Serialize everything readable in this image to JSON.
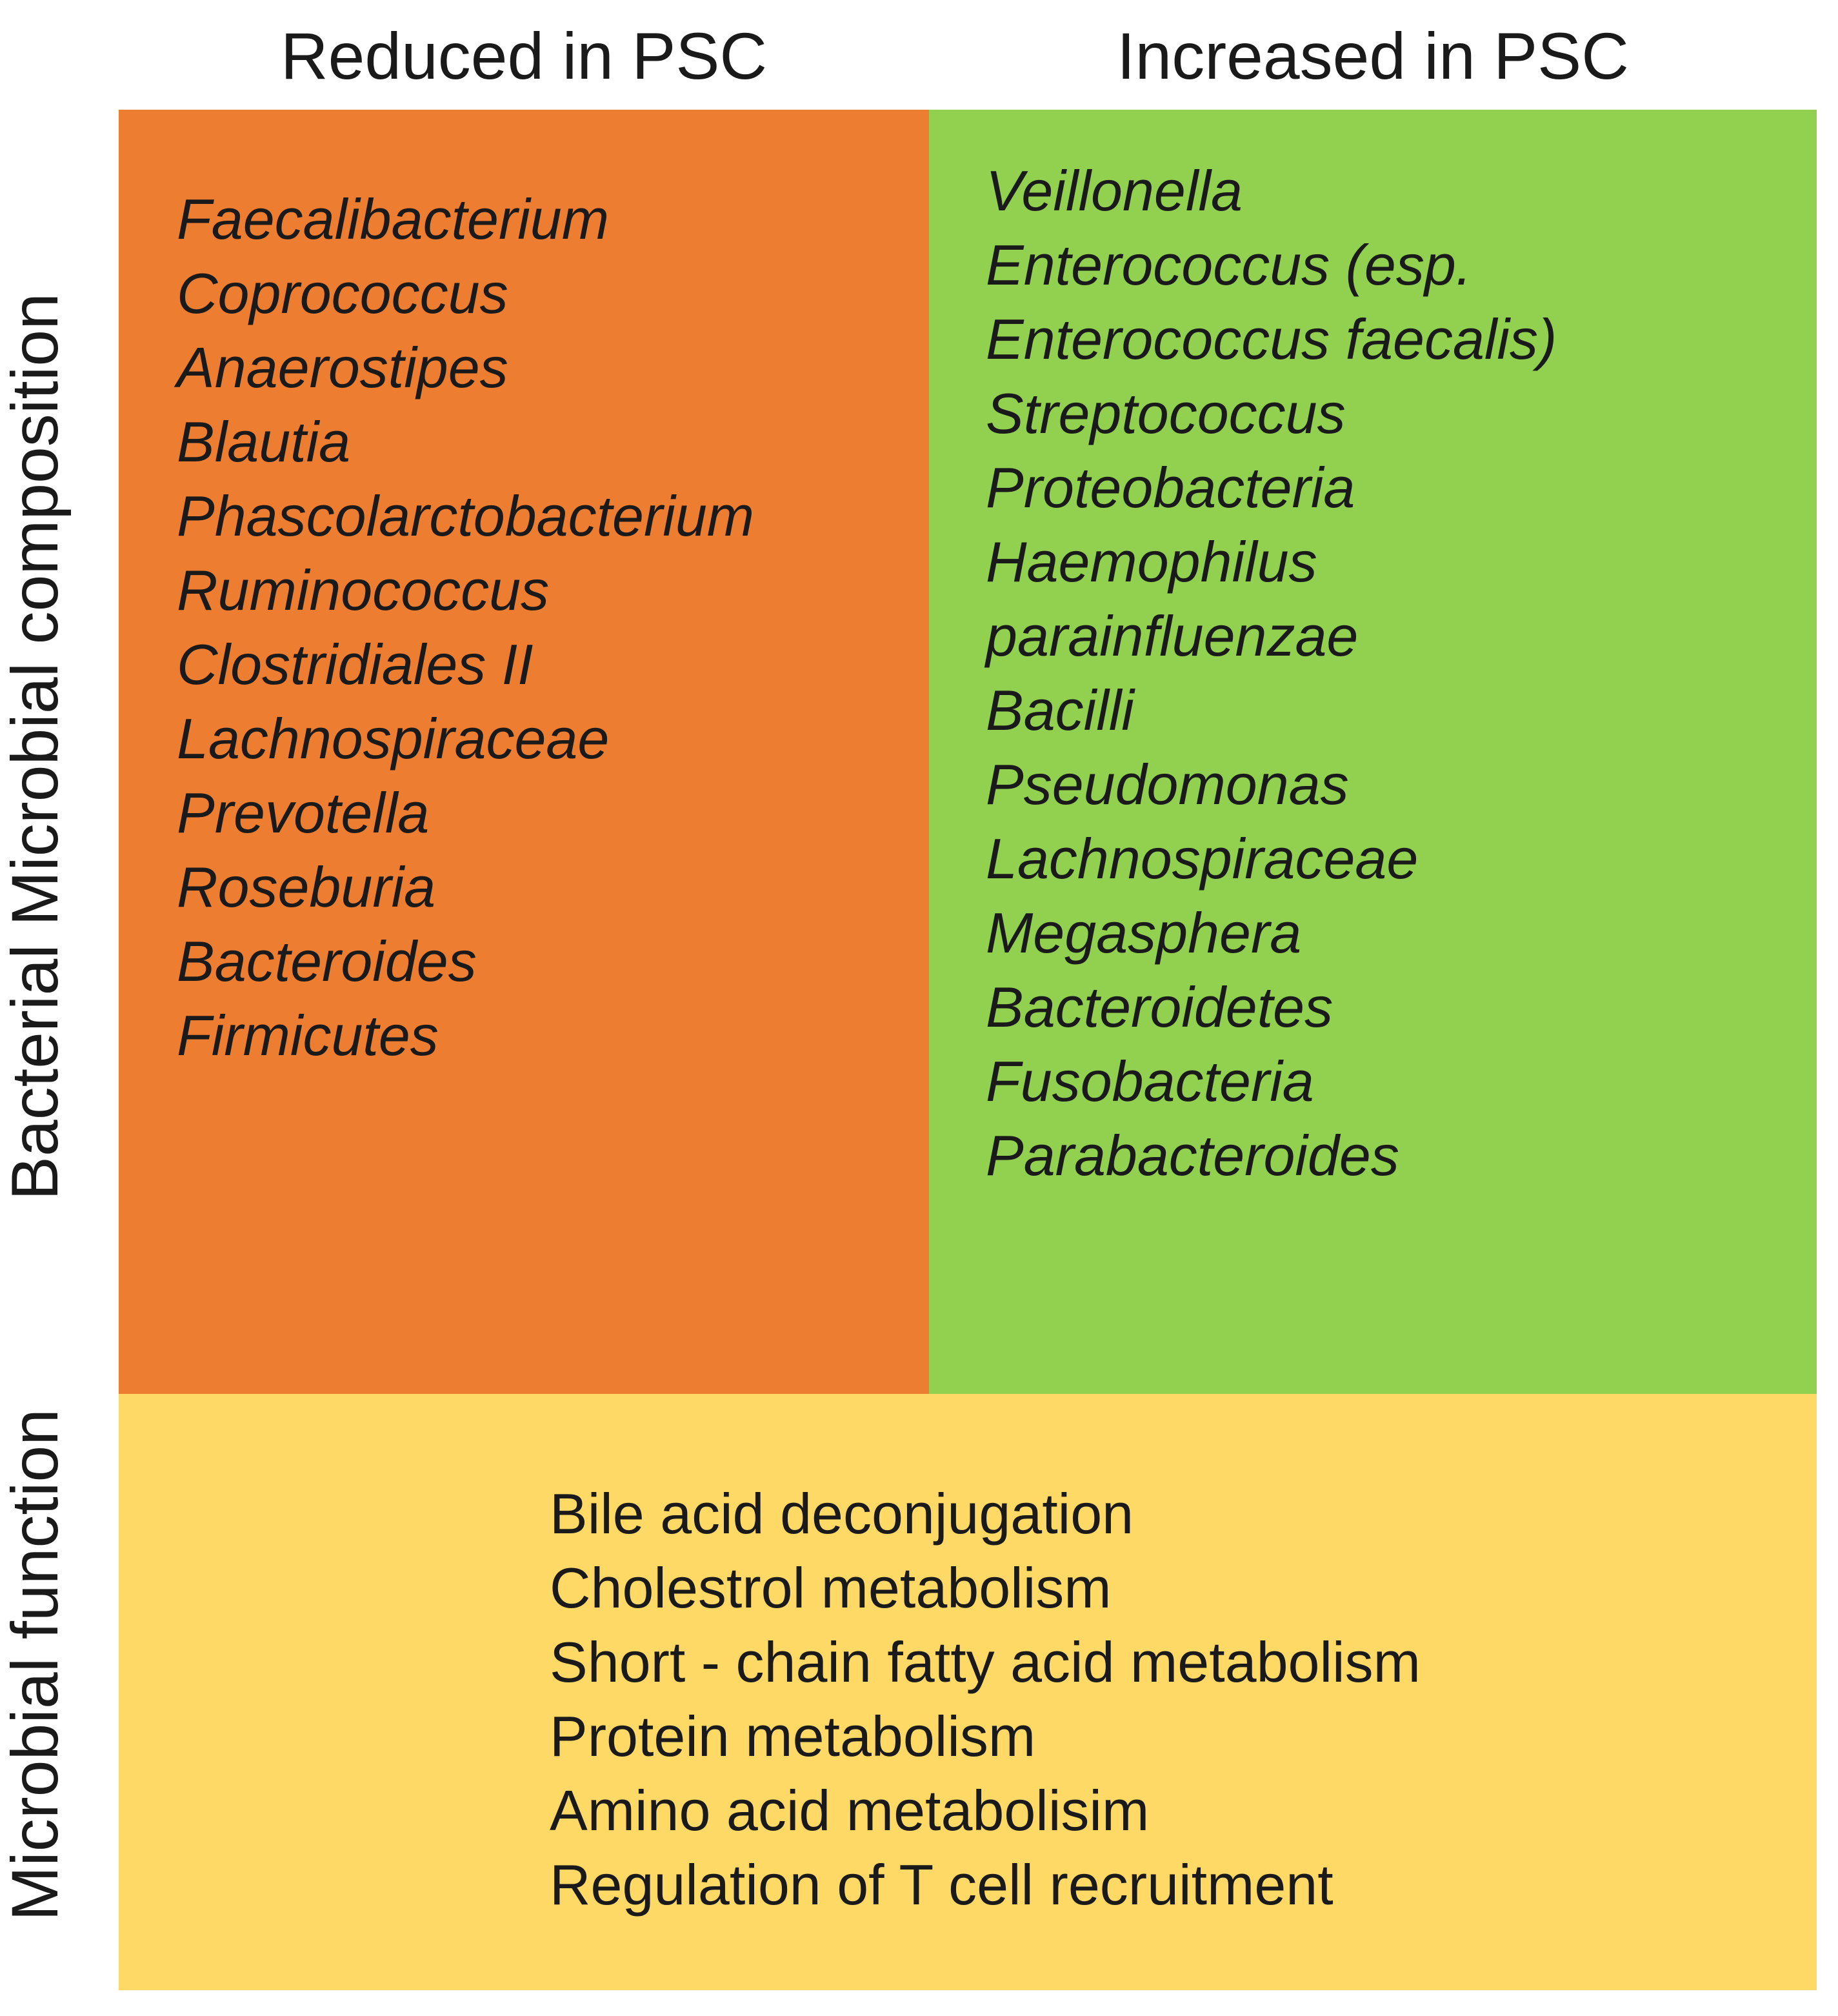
{
  "headers": {
    "reduced": "Reduced in PSC",
    "increased": "Increased in PSC"
  },
  "row_labels": {
    "composition": "Bacterial Microbial composition",
    "function": "Microbial function"
  },
  "colors": {
    "reduced_panel": "#ED7D31",
    "increased_panel": "#92D050",
    "function_panel": "#FFD966",
    "text": "#1a1a1a"
  },
  "reduced": [
    "Faecalibacterium",
    "Coprococcus",
    "Anaerostipes",
    "Blautia",
    "Phascolarctobacterium",
    "Ruminococcus",
    "Clostridiales II",
    "Lachnospiraceae",
    "Prevotella",
    "Roseburia",
    "Bacteroides",
    "Firmicutes"
  ],
  "increased": [
    "Veillonella",
    "Enterococcus (esp.",
    "Enterococcus faecalis)",
    "Streptococcus",
    "Proteobacteria",
    "Haemophilus",
    "parainfluenzae",
    "Bacilli",
    "Pseudomonas",
    "Lachnospiraceae",
    "Megasphera",
    "Bacteroidetes",
    "Fusobacteria",
    "Parabacteroides"
  ],
  "functions": [
    "Bile acid deconjugation",
    "Cholestrol metabolism",
    "Short - chain fatty acid metabolism",
    "Protein metabolism",
    "Amino acid metabolisim",
    "Regulation of T cell recruitment"
  ]
}
